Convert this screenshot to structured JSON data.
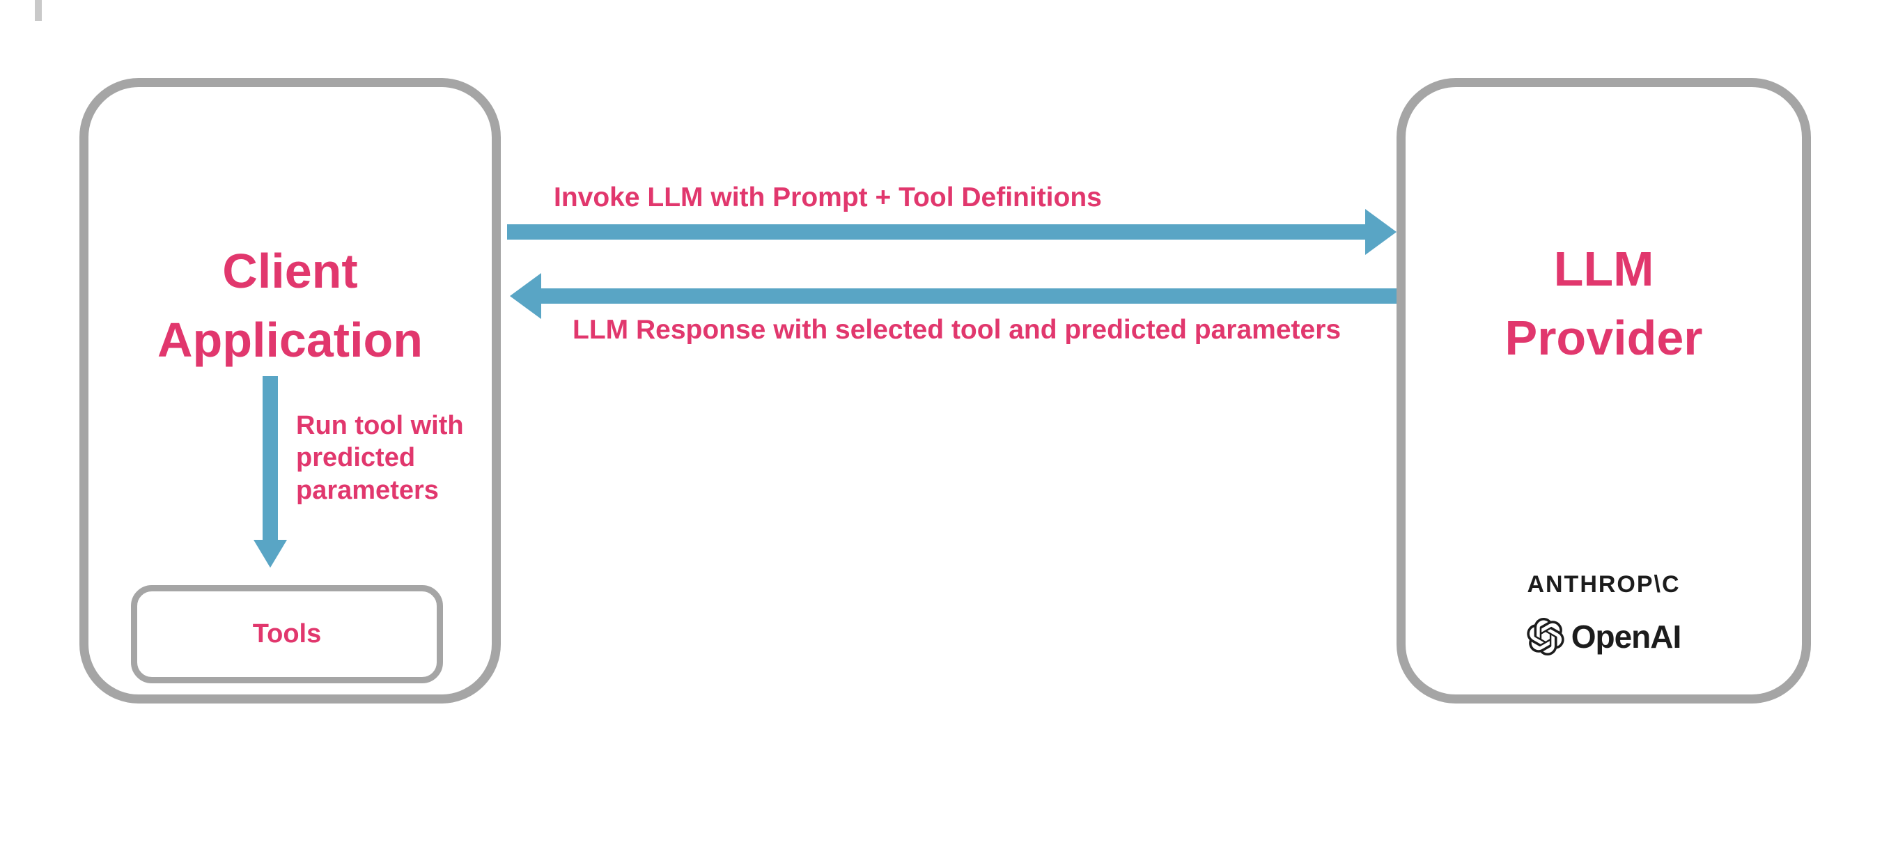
{
  "diagram": {
    "client": {
      "title": "Client Application",
      "run_tool_label": "Run tool with predicted parameters",
      "tools_label": "Tools"
    },
    "provider": {
      "title": "LLM Provider",
      "anthropic_wordmark": "ANTHROP\\C",
      "openai_wordmark": "OpenAI"
    },
    "arrows": {
      "invoke_label": "Invoke LLM with Prompt + Tool Definitions",
      "response_label": "LLM Response with selected tool and predicted parameters"
    }
  },
  "colors": {
    "accent_pink": "#e1376d",
    "arrow_blue": "#59a5c5",
    "box_border_gray": "#a5a5a5",
    "logo_black": "#1c1c1c",
    "background": "#ffffff"
  }
}
